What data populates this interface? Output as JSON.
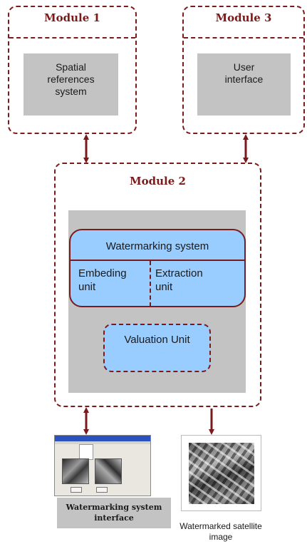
{
  "module1": {
    "title": "Module 1",
    "content": "Spatial\nreferences\nsystem"
  },
  "module3": {
    "title": "Module 3",
    "content": "User\ninterface"
  },
  "module2": {
    "title": "Module 2",
    "watermarking_system": "Watermarking system",
    "embeding_unit": "Embeding\nunit",
    "extraction_unit": "Extraction\nunit",
    "valuation_unit": "Valuation Unit"
  },
  "outputs": {
    "interface_caption": "Watermarking system\ninterface",
    "satellite_caption": "Watermarked satellite\nimage"
  },
  "colors": {
    "accent": "#7b1a1a",
    "blue": "#99ccff",
    "grey": "#c3c3c3"
  }
}
